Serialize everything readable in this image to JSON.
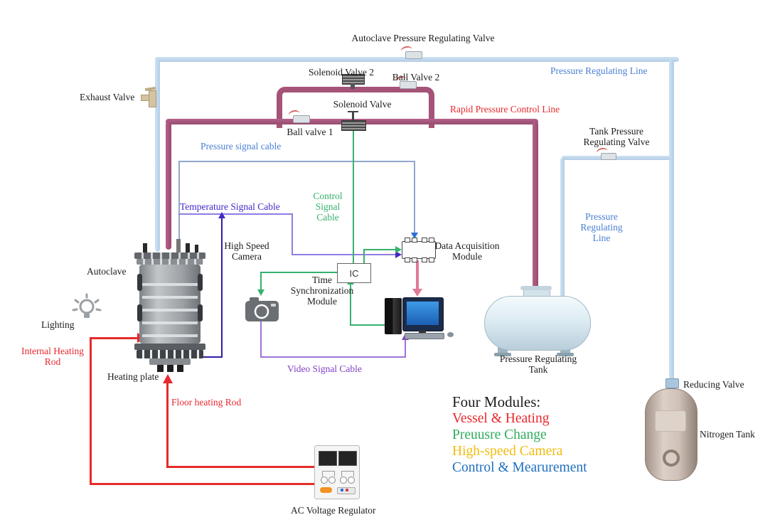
{
  "lines": {
    "pressure_regulating_line_top": "Pressure Regulating Line",
    "rapid_pressure_control_line": "Rapid Pressure Control Line",
    "pressure_regulating_line_right": "Pressure Regulating Line",
    "pressure_signal_cable": "Pressure signal cable",
    "temperature_signal_cable": "Temperature Signal Cable",
    "control_signal_cable": "Control Signal Cable",
    "video_signal_cable": "Video Signal Cable"
  },
  "valves": {
    "autoclave_pressure_regulating_valve": "Autoclave Pressure Regulating Valve",
    "solenoid_valve_2": "Solenoid Valve 2",
    "ball_valve_2": "Ball Valve 2",
    "solenoid_valve": "Solenoid Valve",
    "ball_valve_1": "Ball valve 1",
    "exhaust_valve": "Exhaust Valve",
    "tank_pressure_regulating_valve": "Tank Pressure Regulating Valve",
    "reducing_valve": "Reducing Valve"
  },
  "equipment": {
    "autoclave": "Autoclave",
    "lighting": "Lighting",
    "internal_heating_rod": "Internal Heating Rod",
    "heating_plate": "Heating plate",
    "floor_heating_rod": "Floor heating Rod",
    "high_speed_camera": "High Speed Camera",
    "data_acquisition_module": "Data Acquisition Module",
    "ic": "IC",
    "time_synchronization_module": "Time Synchronization Module",
    "pressure_regulating_tank": "Pressure Regulating Tank",
    "nitrogen_tank": "Nitrogen Tank",
    "ac_voltage_regulator": "AC Voltage Regulator"
  },
  "legend": {
    "title": "Four Modules:",
    "items": [
      {
        "label": "Vessel & Heating",
        "color": "#e8282e"
      },
      {
        "label": "Preuusre Change",
        "color": "#2eac5c"
      },
      {
        "label": "High-speed Camera",
        "color": "#f2bb0e"
      },
      {
        "label": "Control & Mearurement",
        "color": "#1f6fbe"
      }
    ]
  },
  "colors": {
    "pressure_line_pipe": "#bdd5ea",
    "rapid_line_pipe": "#a55378",
    "heating_wire": "#e62a2a",
    "control_wire": "#35b16d",
    "temperature_wire": "#4527c8",
    "video_wire": "#9d74d8",
    "pressure_signal_wire": "#8fa8cc",
    "daq_to_pc_arrow": "#e27a97",
    "blue_label": "#4a7fd4"
  }
}
